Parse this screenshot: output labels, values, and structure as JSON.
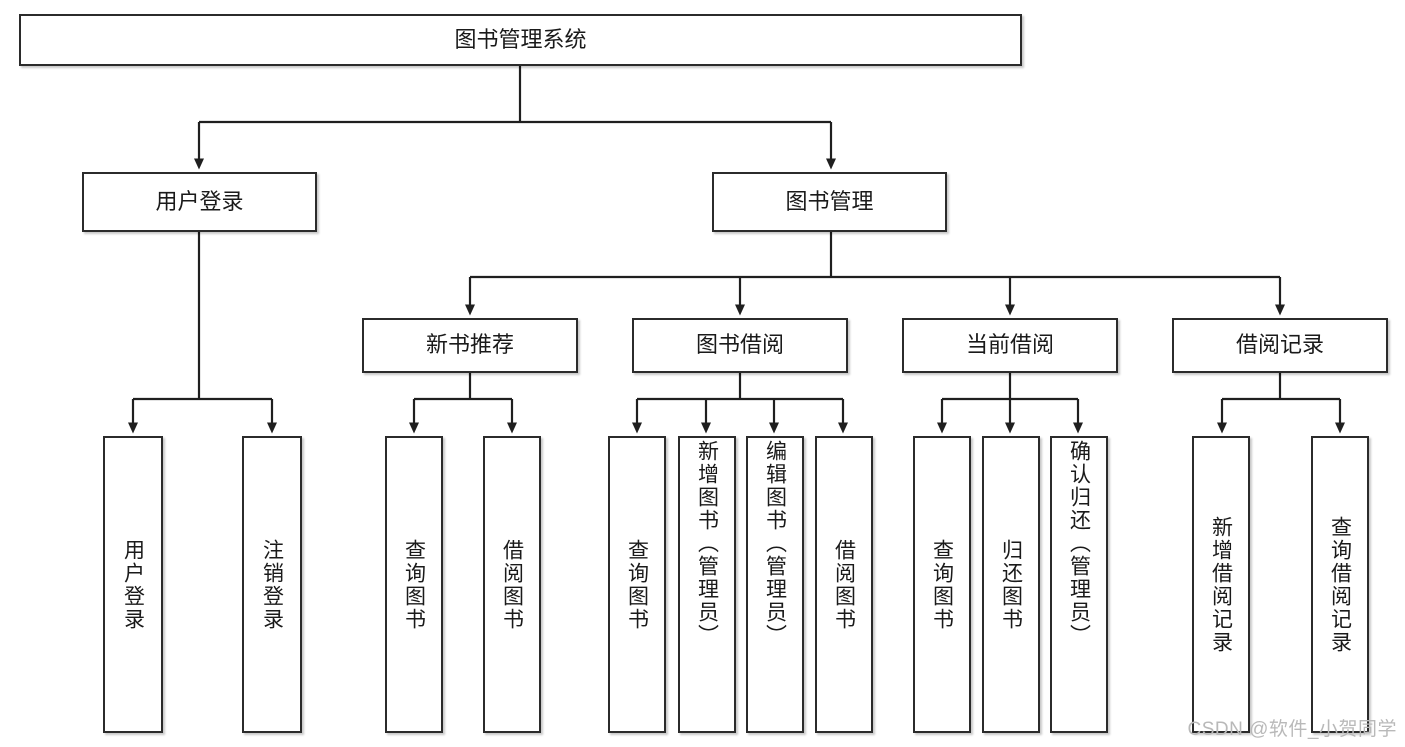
{
  "diagram": {
    "title": "图书管理系统",
    "type": "tree-hierarchy-chart",
    "root": {
      "label": "图书管理系统"
    },
    "level2": [
      {
        "label": "用户登录"
      },
      {
        "label": "图书管理"
      }
    ],
    "level3": [
      {
        "label": "新书推荐"
      },
      {
        "label": "图书借阅"
      },
      {
        "label": "当前借阅"
      },
      {
        "label": "借阅记录"
      }
    ],
    "leaves": [
      {
        "label": "用户登录"
      },
      {
        "label": "注销登录"
      },
      {
        "label": "查询图书"
      },
      {
        "label": "借阅图书"
      },
      {
        "label": "查询图书"
      },
      {
        "label": "新增图书（管理员）"
      },
      {
        "label": "编辑图书（管理员）"
      },
      {
        "label": "借阅图书"
      },
      {
        "label": "查询图书"
      },
      {
        "label": "归还图书"
      },
      {
        "label": "确认归还（管理员）"
      },
      {
        "label": "新增借阅记录"
      },
      {
        "label": "查询借阅记录"
      }
    ]
  },
  "watermark": {
    "text": "CSDN @软件_小贺同学"
  },
  "colors": {
    "box_border": "#2b2b2b",
    "box_fill": "#ffffff",
    "line": "#1f1f1f",
    "text": "#1a1a1a",
    "watermark": "#b9b9b9",
    "background": "#ffffff"
  }
}
